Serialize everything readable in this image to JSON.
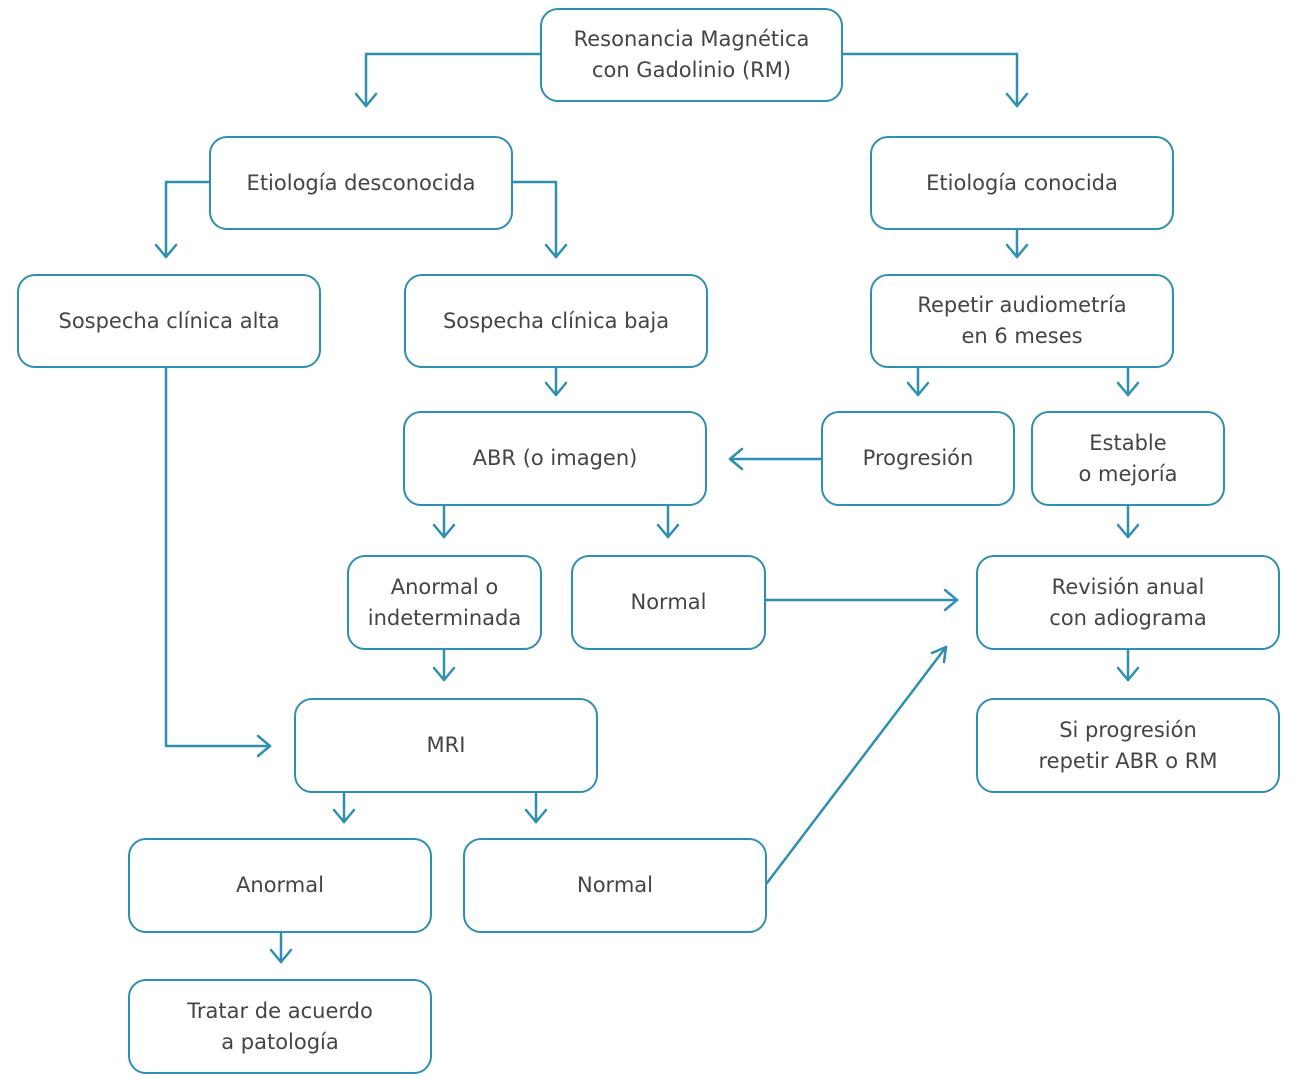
{
  "colors": {
    "stroke": "#2f8fb0",
    "text": "#444444",
    "background": "#ffffff"
  },
  "nodes": {
    "rm": "Resonancia Magnética\ncon Gadolinio (RM)",
    "desconocida": "Etiología desconocida",
    "conocida": "Etiología conocida",
    "alta": "Sospecha clínica alta",
    "baja": "Sospecha clínica baja",
    "repetir": "Repetir audiometría\nen 6 meses",
    "abr": "ABR (o imagen)",
    "progresion": "Progresión",
    "estable": "Estable\no mejoría",
    "anormal_indet": "Anormal o\nindeterminada",
    "normal_abr": "Normal",
    "revision": "Revisión anual\ncon adiograma",
    "mri": "MRI",
    "si_progresion": "Si progresión\nrepetir ABR o RM",
    "anormal_mri": "Anormal",
    "normal_mri": "Normal",
    "tratar": "Tratar de acuerdo\na patología"
  }
}
